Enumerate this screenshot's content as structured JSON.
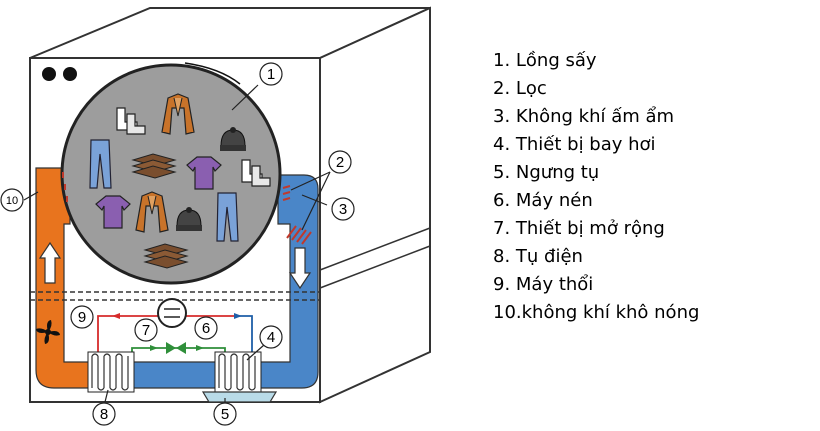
{
  "legend": [
    "1. Lồng sấy",
    "2. Lọc",
    "3. Không khí ấm ẩm",
    "4. Thiết bị bay hơi",
    "5. Ngưng tụ",
    "6. Máy nén",
    "7. Thiết bị mở rộng",
    "8. Tụ điện",
    "9. Máy thổi",
    "10.không khí khô nóng"
  ],
  "callouts": {
    "drum": "1",
    "filter": "2",
    "warm_air": "3",
    "evaporator": "4",
    "condensate": "5",
    "compressor": "6",
    "expansion_valve": "7",
    "condenser": "8",
    "blower": "9",
    "hot_dry_air": "10"
  },
  "colors": {
    "hot_air": "#e8741e",
    "cool_air": "#4a86c8",
    "drum": "#9d9d9d",
    "refrigerant_hot": "#d62b2b",
    "refrigerant_cold": "#2f8f3a",
    "filter": "#c0392b"
  },
  "icons": [
    "sock-icon",
    "jacket-icon",
    "jeans-icon",
    "shirt-icon",
    "beanie-icon",
    "folded-cloth-icon",
    "fan-icon",
    "compressor-icon",
    "valve-icon",
    "coil-icon",
    "tray-icon"
  ]
}
